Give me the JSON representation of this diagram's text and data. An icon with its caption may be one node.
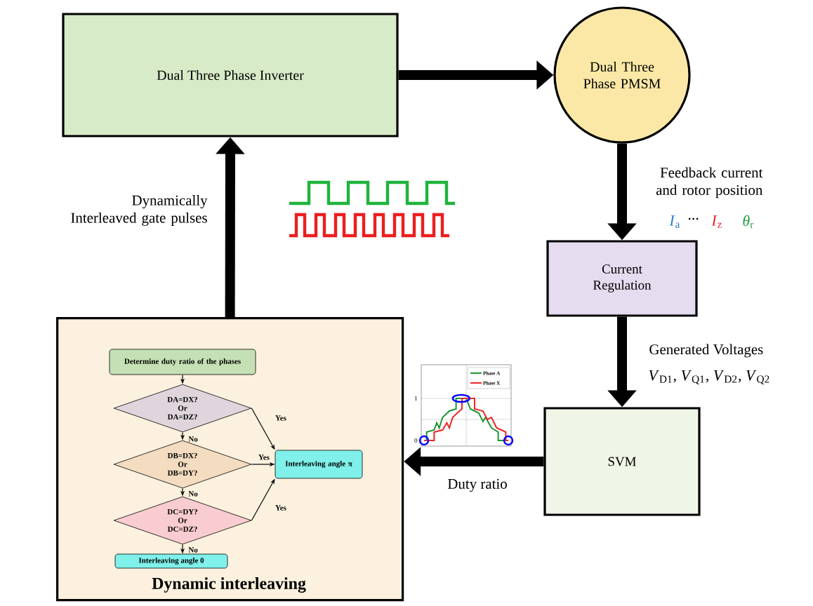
{
  "diagram": {
    "nodes": [
      {
        "text": [
          "Dual Three Phase Inverter"
        ]
      },
      {
        "text": [
          "Dual Three Phase PMSM"
        ]
      },
      {
        "text": [
          "Current Regulation"
        ]
      },
      {
        "text": [
          "SVM"
        ]
      },
      {
        "text": [
          "Dynamic interleaving"
        ]
      },
      {
        "text": [
          "Determine duty ratio of the phases"
        ],
        "in": 4
      },
      {
        "text": [
          "DA=DX? Or DA=DZ?"
        ],
        "in": 4
      },
      {
        "text": [
          "DB=DX? Or DB=DY?"
        ],
        "in": 4
      },
      {
        "text": [
          "DC=DY? Or DC=DZ?"
        ],
        "in": 4
      },
      {
        "text": [
          "Interleaving angle π"
        ],
        "in": 4
      },
      {
        "text": [
          "Interleaving angle 0"
        ],
        "in": 4
      }
    ],
    "edges": [
      {
        "from": 0,
        "to": 1,
        "arrow": "to",
        "style": "thick"
      },
      {
        "from": 1,
        "to": 2,
        "arrow": "to",
        "style": "thick",
        "label": "Feedback current and rotor position"
      },
      {
        "from": 2,
        "to": 3,
        "arrow": "to",
        "style": "thick",
        "label": "Generated Voltages"
      },
      {
        "from": 3,
        "to": 4,
        "arrow": "to",
        "style": "thick",
        "label": "Duty ratio"
      },
      {
        "from": 4,
        "to": 0,
        "arrow": "to",
        "style": "thick",
        "label": "Dynamically Interleaved gate pulses"
      },
      {
        "from": 5,
        "to": 6,
        "arrow": "to"
      },
      {
        "from": 6,
        "to": 7,
        "arrow": "to",
        "label": "No"
      },
      {
        "from": 7,
        "to": 8,
        "arrow": "to",
        "label": "No"
      },
      {
        "from": 8,
        "to": 10,
        "arrow": "to",
        "label": "No"
      },
      {
        "from": 6,
        "to": 9,
        "arrow": "to",
        "label": "Yes"
      },
      {
        "from": 7,
        "to": 9,
        "arrow": "to",
        "label": "Yes"
      },
      {
        "from": 8,
        "to": 9,
        "arrow": "to",
        "label": "Yes"
      }
    ],
    "labels": [
      "*I*$_{a}$",
      "...",
      "*I*$_{z}$",
      "*θ*$_{r}$",
      "*V*$_{D1}$, *V*$_{Q1}$, *V*$_{D2}$, *V*$_{Q2}$",
      "1",
      "0"
    ],
    "legend": [
      {
        "text": "Phase A"
      },
      {
        "text": "Phase X"
      }
    ]
  }
}
